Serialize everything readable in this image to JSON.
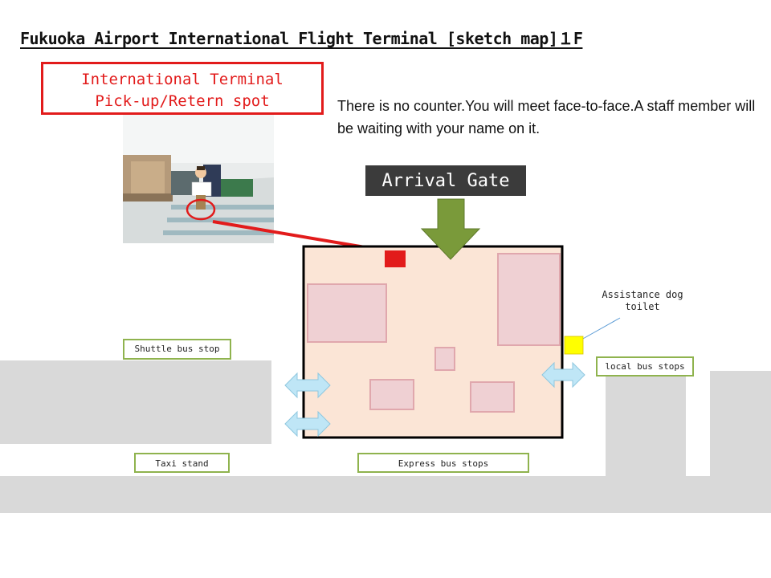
{
  "title": "Fukuoka Airport International Flight Terminal [sketch map]１F",
  "pickup_spot": {
    "line1": "International Terminal",
    "line2": "Pick-up/Retern spot"
  },
  "note": "There is no counter.You will meet face-to-face.A staff member will be waiting with your name on it.",
  "arrival_gate": "Arrival Gate",
  "labels": {
    "shuttle_bus": "Shuttle bus stop",
    "taxi": "Taxi stand",
    "express_bus": "Express bus  stops",
    "local_bus": "local bus stops",
    "dog_toilet_line1": "Assistance dog",
    "dog_toilet_line2": "toilet"
  },
  "colors": {
    "pickup_red": "#e21b1b",
    "terminal_fill": "#fbe5d6",
    "inner_blocks": "#efd0d3",
    "arrow_green": "#7a9a3a",
    "door_arrow_blue": "#bfe6f6",
    "dog_toilet_yellow": "#ffff00",
    "ground_gray": "#d9d9d9",
    "label_border_green": "#8fb34e"
  },
  "icons": [
    "down-arrow-icon",
    "double-arrow-icon",
    "pickup-marker-icon",
    "dog-toilet-marker-icon",
    "person-sign-icon"
  ]
}
